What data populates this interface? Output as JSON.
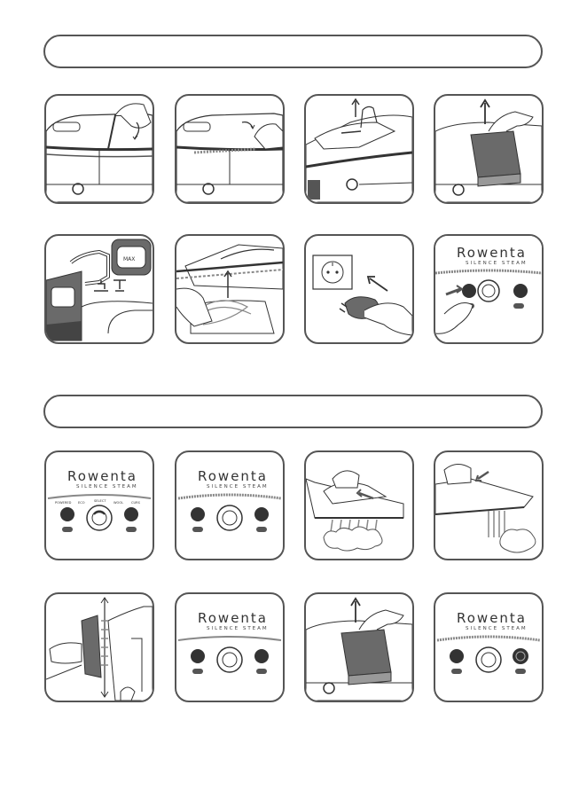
{
  "brand": {
    "name": "Rowenta",
    "model": "SILENCE STEAM",
    "panel_labels": [
      "POWERED",
      "ECO",
      "SELECT",
      "WOOL",
      "CURS"
    ]
  },
  "tank_badge": "MAX",
  "colors": {
    "outline": "#555555",
    "line_art": "#333333",
    "tank_fill": "#6a6a6a",
    "hatching": "#888888"
  },
  "sections": [
    {
      "name": "section-1",
      "heading": ""
    },
    {
      "name": "section-2",
      "heading": ""
    }
  ]
}
